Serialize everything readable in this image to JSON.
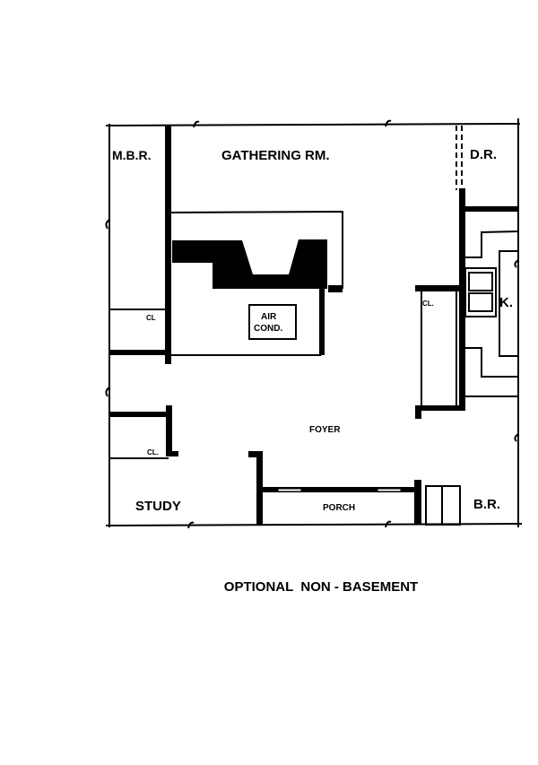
{
  "plan": {
    "rooms": {
      "mbr": "M.B.R.",
      "gathering": "GATHERING RM.",
      "dr": "D.R.",
      "kitchen": "K.",
      "mbr_closet": "CL",
      "kitchen_closet": "CL.",
      "air_cond_1": "AIR",
      "air_cond_2": "COND.",
      "foyer": "FOYER",
      "study_closet": "CL.",
      "study": "STUDY",
      "porch": "PORCH",
      "br": "B.R."
    },
    "caption": "OPTIONAL  NON - BASEMENT"
  },
  "colors": {
    "ink": "#000000",
    "paper": "#ffffff"
  }
}
